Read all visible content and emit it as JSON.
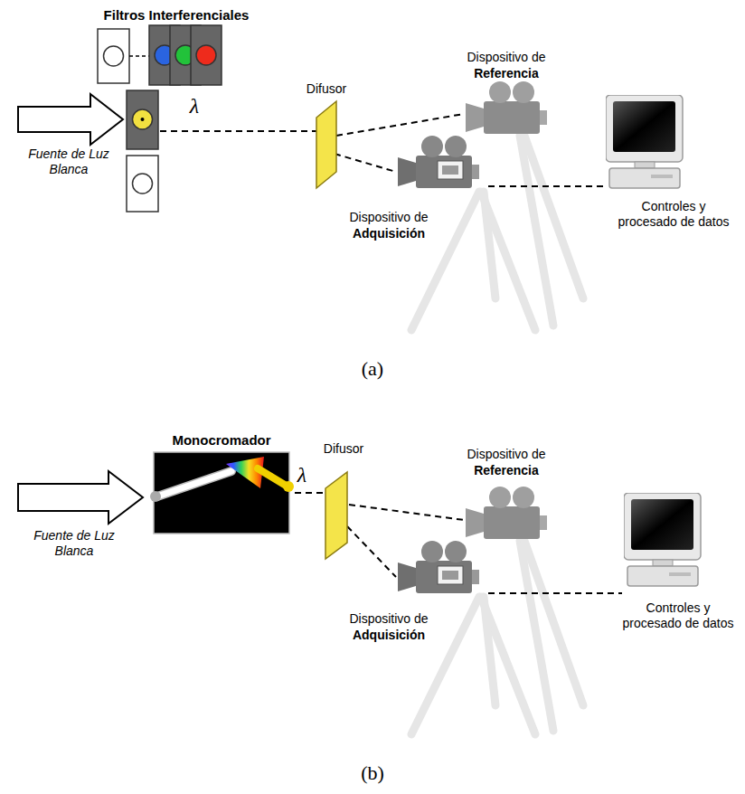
{
  "diagram": {
    "nodes": [
      {
        "text": [
          "Monocromador"
        ]
      }
    ],
    "labels": [
      "Filtros Interferenciales",
      "Fuente de Luz Blanca",
      "λ",
      "Difusor",
      "Dispositivo de",
      "Referencia",
      "Dispositivo de",
      "Adquisición",
      "Controles y procesado de datos",
      "(a)",
      "Fuente de Luz Blanca",
      "λ",
      "Difusor",
      "Dispositivo de",
      "Referencia",
      "Dispositivo de",
      "Adquisición",
      "Controles y procesado de datos",
      "(b)"
    ]
  }
}
